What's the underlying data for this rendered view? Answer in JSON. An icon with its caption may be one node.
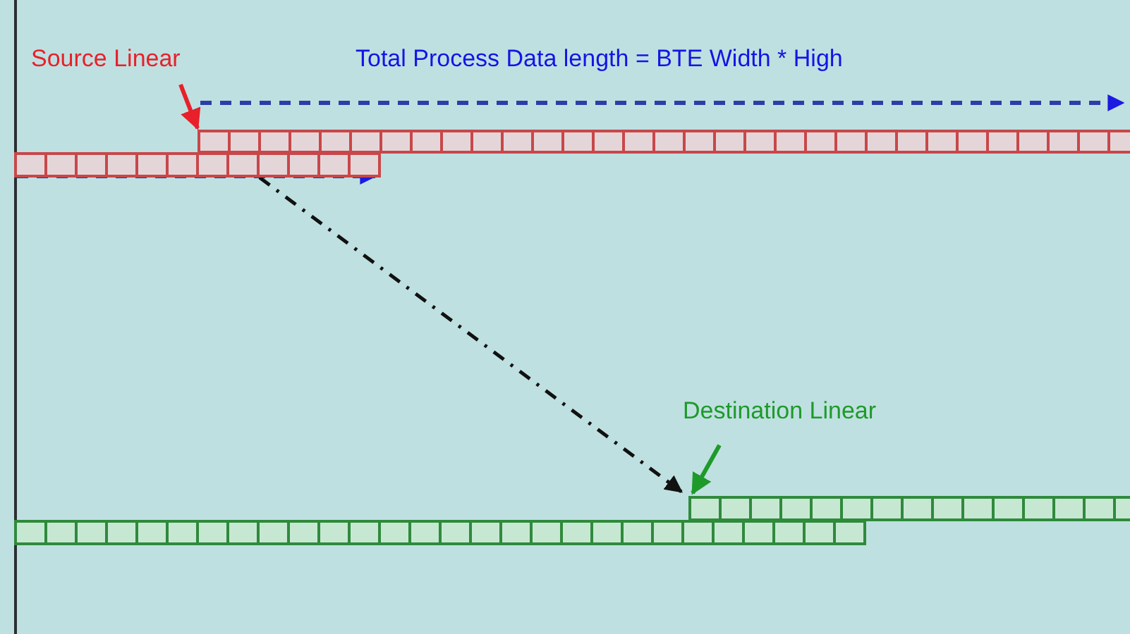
{
  "diagram": {
    "nodes": [
      {
        "text": [
          "Source Linear"
        ]
      },
      {
        "text": [],
        "shape": "bar"
      },
      {
        "text": [
          "Destination Linear"
        ]
      },
      {
        "text": [],
        "shape": "bar"
      }
    ],
    "edges": [
      {
        "from": 0,
        "to": 1,
        "arrow": "to",
        "color": "#e8202a"
      },
      {
        "from": 1,
        "to": 3,
        "arrow": "to",
        "style": "dashed",
        "color": "#111111"
      },
      {
        "from": 2,
        "to": 3,
        "arrow": "to",
        "color": "#1e9a2a"
      }
    ],
    "labels": [
      "Total Process Data length = BTE Width * High"
    ]
  }
}
